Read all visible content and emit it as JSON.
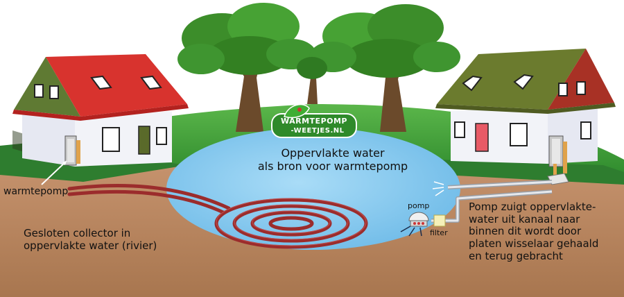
{
  "diagram": {
    "title_lines": [
      "Oppervlakte water",
      "als bron voor warmtepomp"
    ],
    "heat_pump_label": "warmtepomp",
    "collector_lines": [
      "Gesloten collector in",
      "oppervlakte water (rivier)"
    ],
    "pump_label": "pomp",
    "filter_label": "filter",
    "pump_description_lines": [
      "Pomp zuigt oppervlakte-",
      "water uit kanaal naar",
      "binnen dit wordt door",
      "platen wisselaar gehaald",
      "en terug gebracht"
    ],
    "logo": {
      "line1": "WARMTEPOMP",
      "line2": "-WEETJES.NL"
    }
  },
  "colors": {
    "sky": "#ffffff",
    "soil": "#b88560",
    "grass": "#3f9a3a",
    "water": "#7fc4ec",
    "roof_red": "#d8332e",
    "roof_olive": "#6b7b2e",
    "house_wall": "#eceef5",
    "pipe": "#9b2c2c",
    "tree_green": "#3c8d2a",
    "logo_green": "#2f8a2a"
  },
  "icons": [
    "tree-icon",
    "house-icon",
    "heat-pump-icon",
    "pump-icon",
    "filter-icon",
    "logo-leaf-icon"
  ]
}
